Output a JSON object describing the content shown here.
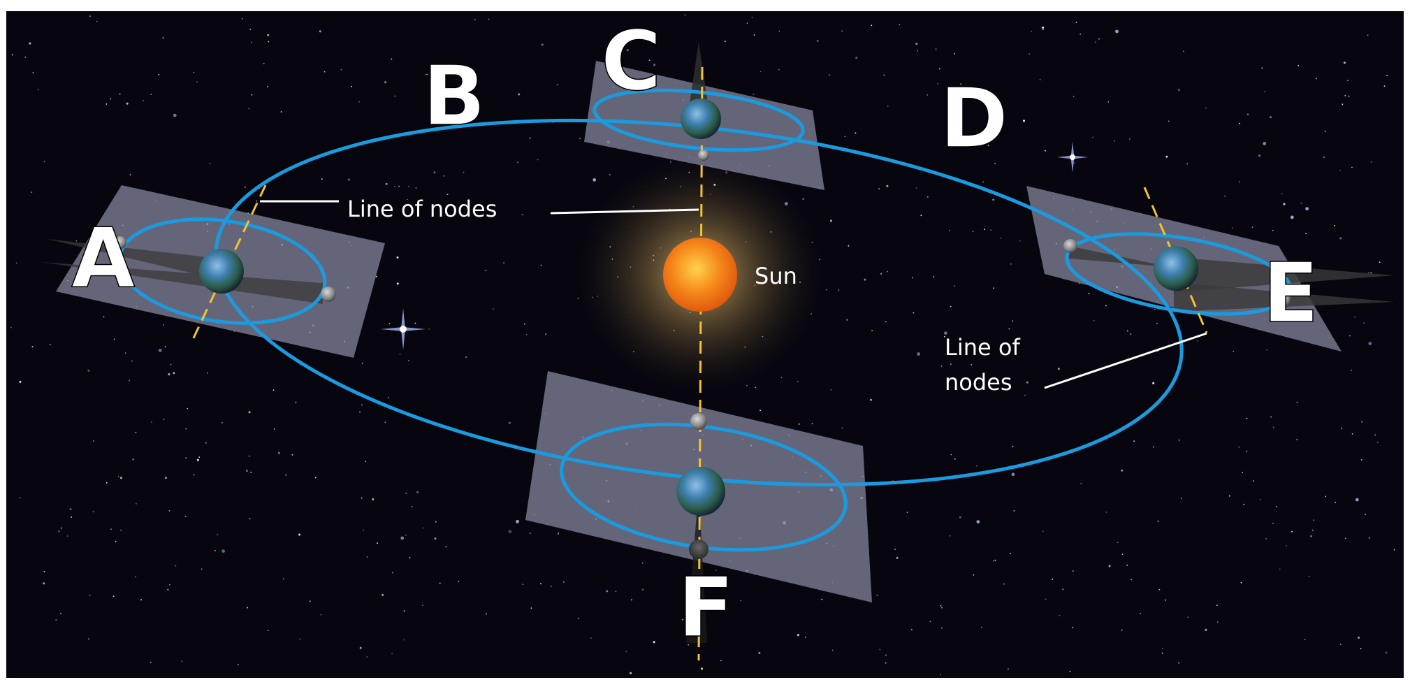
{
  "labels": {
    "a": "A",
    "b": "B",
    "c": "C",
    "d": "D",
    "e": "E",
    "f": "F"
  },
  "annotations": {
    "line_of_nodes_left": "Line of nodes",
    "line_of_nodes_right_1": "Line of",
    "line_of_nodes_right_2": "nodes",
    "sun": "Sun"
  },
  "colors": {
    "background": "#07060f",
    "orbit": "#1a9be0",
    "plane": "#8a8aa3",
    "nodes_line": "#f3c331",
    "sun": "#f47a10",
    "sun_glow": "#c9a45a",
    "label": "#ffffff",
    "shadow": "#3c3c3c"
  }
}
